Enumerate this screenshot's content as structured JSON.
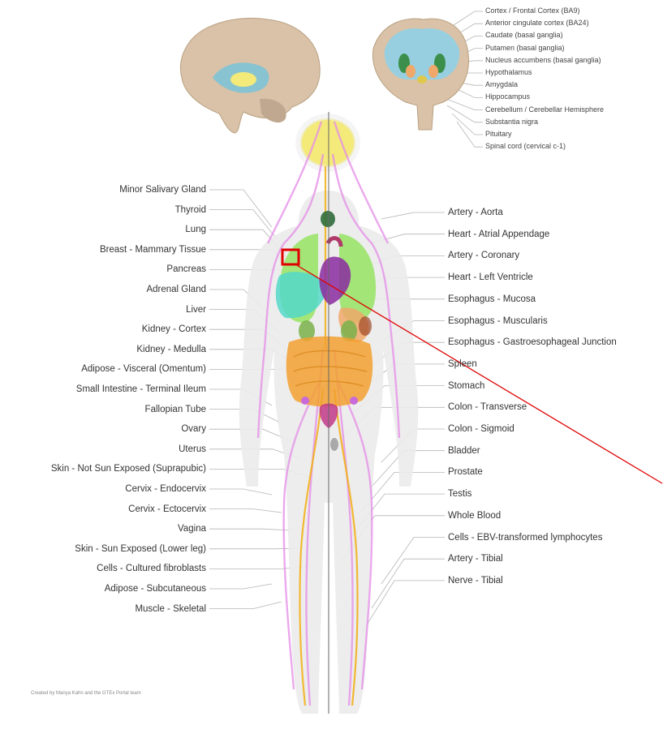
{
  "diagram": {
    "brain_labels": [
      "Cortex / Frontal Cortex (BA9)",
      "Anterior cingulate cortex (BA24)",
      "Caudate (basal ganglia)",
      "Putamen (basal ganglia)",
      "Nucleus accumbens (basal ganglia)",
      "Hypothalamus",
      "Amygdala",
      "Hippocampus",
      "Cerebellum / Cerebellar Hemisphere",
      "Substantia nigra",
      "Pituitary",
      "Spinal cord (cervical c-1)"
    ],
    "left_labels": [
      "Minor Salivary Gland",
      "Thyroid",
      "Lung",
      "Breast - Mammary Tissue",
      "Pancreas",
      "Adrenal Gland",
      "Liver",
      "Kidney - Cortex",
      "Kidney - Medulla",
      "Adipose - Visceral (Omentum)",
      "Small Intestine - Terminal Ileum",
      "Fallopian Tube",
      "Ovary",
      "Uterus",
      "Skin - Not Sun Exposed (Suprapubic)",
      "Cervix - Endocervix",
      "Cervix - Ectocervix",
      "Vagina",
      "Skin - Sun Exposed (Lower leg)",
      "Cells - Cultured fibroblasts",
      "Adipose - Subcutaneous",
      "Muscle - Skeletal"
    ],
    "right_labels": [
      "Artery - Aorta",
      "Heart - Atrial Appendage",
      "Artery - Coronary",
      "Heart - Left Ventricle",
      "Esophagus - Mucosa",
      "Esophagus - Muscularis",
      "Esophagus - Gastroesophageal Junction",
      "Spleen",
      "Stomach",
      "Colon - Transverse",
      "Colon - Sigmoid",
      "Bladder",
      "Prostate",
      "Testis",
      "Whole Blood",
      "Cells - EBV-transformed lymphocytes",
      "Artery - Tibial",
      "Nerve - Tibial"
    ],
    "credit": "Created by Manya Kahn and the GTEx Portal team",
    "colors": {
      "highlight": "#e00000",
      "nerve": "#f2b21f",
      "vessel": "#e58ce8",
      "brain": "#f3ea7a",
      "lung": "#9be36a",
      "heart": "#8a2aa0",
      "liver": "#53d8c8",
      "intestine": "#f2a030",
      "body": "#ebebeb"
    }
  }
}
